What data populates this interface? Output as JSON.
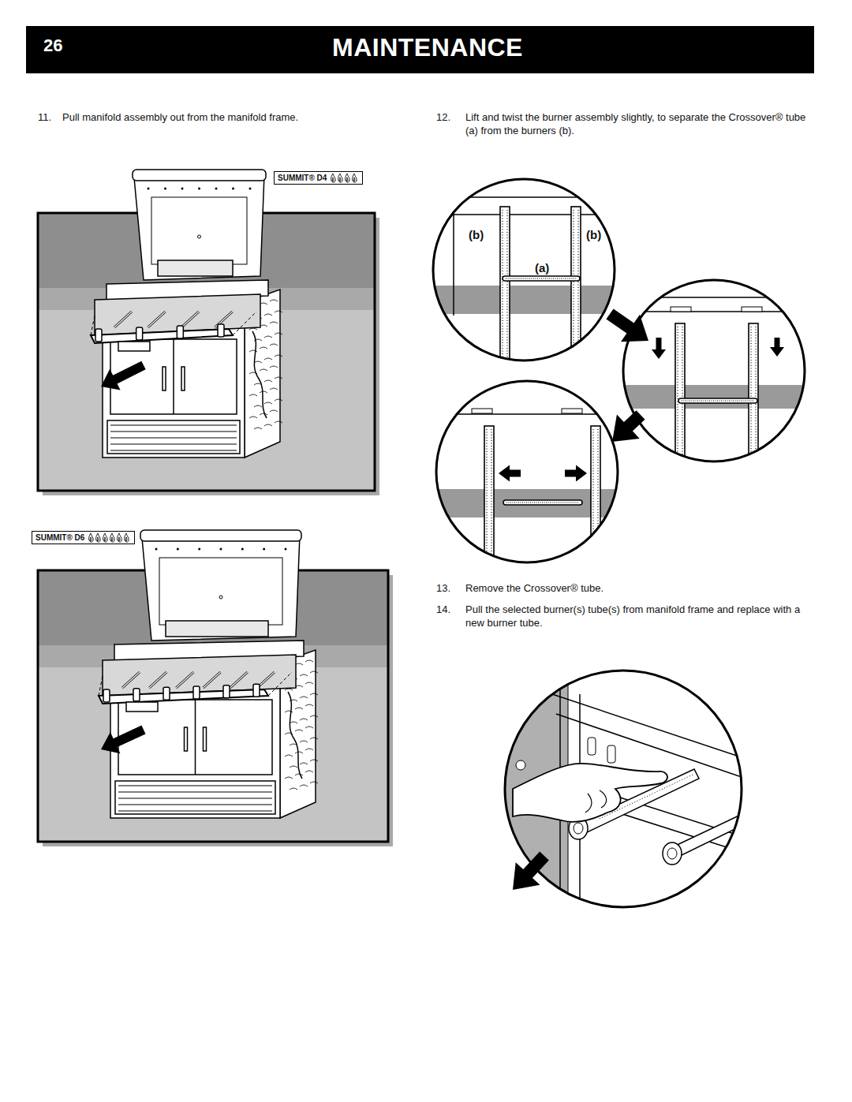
{
  "diagram": {
    "nodes": [
      {
        "text": [
          "26",
          "MAINTENANCE"
        ]
      },
      {
        "text": [
          "SUMMIT® D4"
        ]
      },
      {
        "text": [
          "SUMMIT® D6"
        ]
      }
    ],
    "labels": [
      "11.",
      "Pull manifold assembly out from the manifold frame.",
      "12.",
      "Lift and twist the burner assembly slightly, to separate the Crossover® tube (a) from the burners (b).",
      "(b)",
      "(b)",
      "(a)",
      "13.",
      "Remove the Crossover® tube.",
      "14.",
      "Pull the selected burner(s) tube(s) from manifold frame and replace with a new burner tube."
    ]
  }
}
